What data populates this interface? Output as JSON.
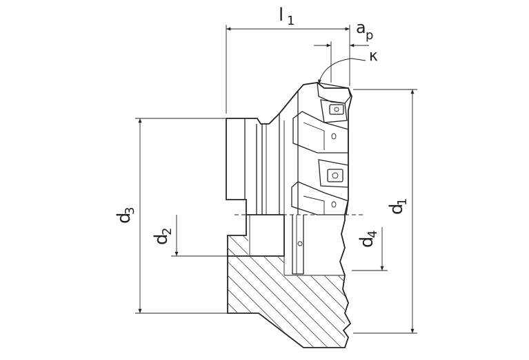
{
  "labels": {
    "l1_main": "l",
    "l1_sub": "1",
    "ap_main": "a",
    "ap_sub": "p",
    "kappa": "κ",
    "d1_main": "d",
    "d1_sub": "1",
    "d2_main": "d",
    "d2_sub": "2",
    "d3_main": "d",
    "d3_sub": "3",
    "d4_main": "d",
    "d4_sub": "4"
  }
}
